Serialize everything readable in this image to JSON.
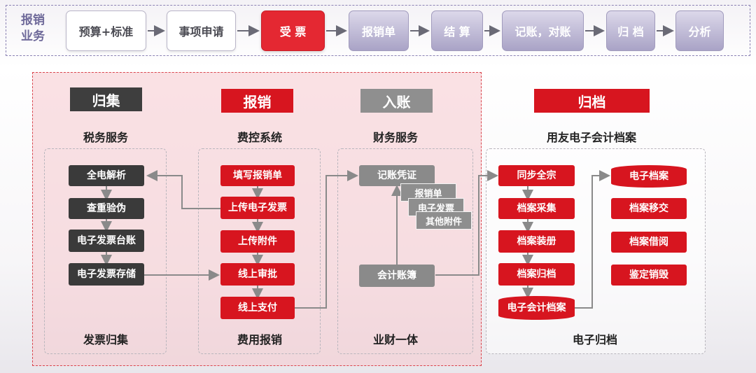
{
  "process": {
    "label_line1": "报销",
    "label_line2": "业务",
    "steps": [
      "预算+标准",
      "事项申请",
      "受 票",
      "报销单",
      "结 算",
      "记账，对账",
      "归 档",
      "分析"
    ]
  },
  "columns": {
    "collect": {
      "head": "归集",
      "title": "税务服务",
      "foot": "发票归集",
      "nodes": [
        "全电解析",
        "查重验伪",
        "电子发票台账",
        "电子发票存储"
      ]
    },
    "reimburse": {
      "head": "报销",
      "title": "费控系统",
      "foot": "费用报销",
      "nodes": [
        "填写报销单",
        "上传电子发票",
        "上传附件",
        "线上审批",
        "线上支付"
      ]
    },
    "posting": {
      "head": "入账",
      "title": "财务服务",
      "foot": "业财一体",
      "voucher": "记账凭证",
      "stack": [
        "报销单",
        "电子发票",
        "其他附件"
      ],
      "ledger": "会计账簿"
    },
    "archive": {
      "head": "归档",
      "title": "用友电子会计档案",
      "foot": "电子归档",
      "left_nodes": [
        "同步全宗",
        "档案采集",
        "档案装册",
        "档案归档",
        "电子会计档案"
      ],
      "right_nodes": [
        "电子档案",
        "档案移交",
        "档案借阅",
        "鉴定销毁"
      ]
    }
  },
  "colors": {
    "red": "#d7151f",
    "dark": "#3a3a3a",
    "grey": "#8a8a8a",
    "purple": "#8b82b4"
  }
}
